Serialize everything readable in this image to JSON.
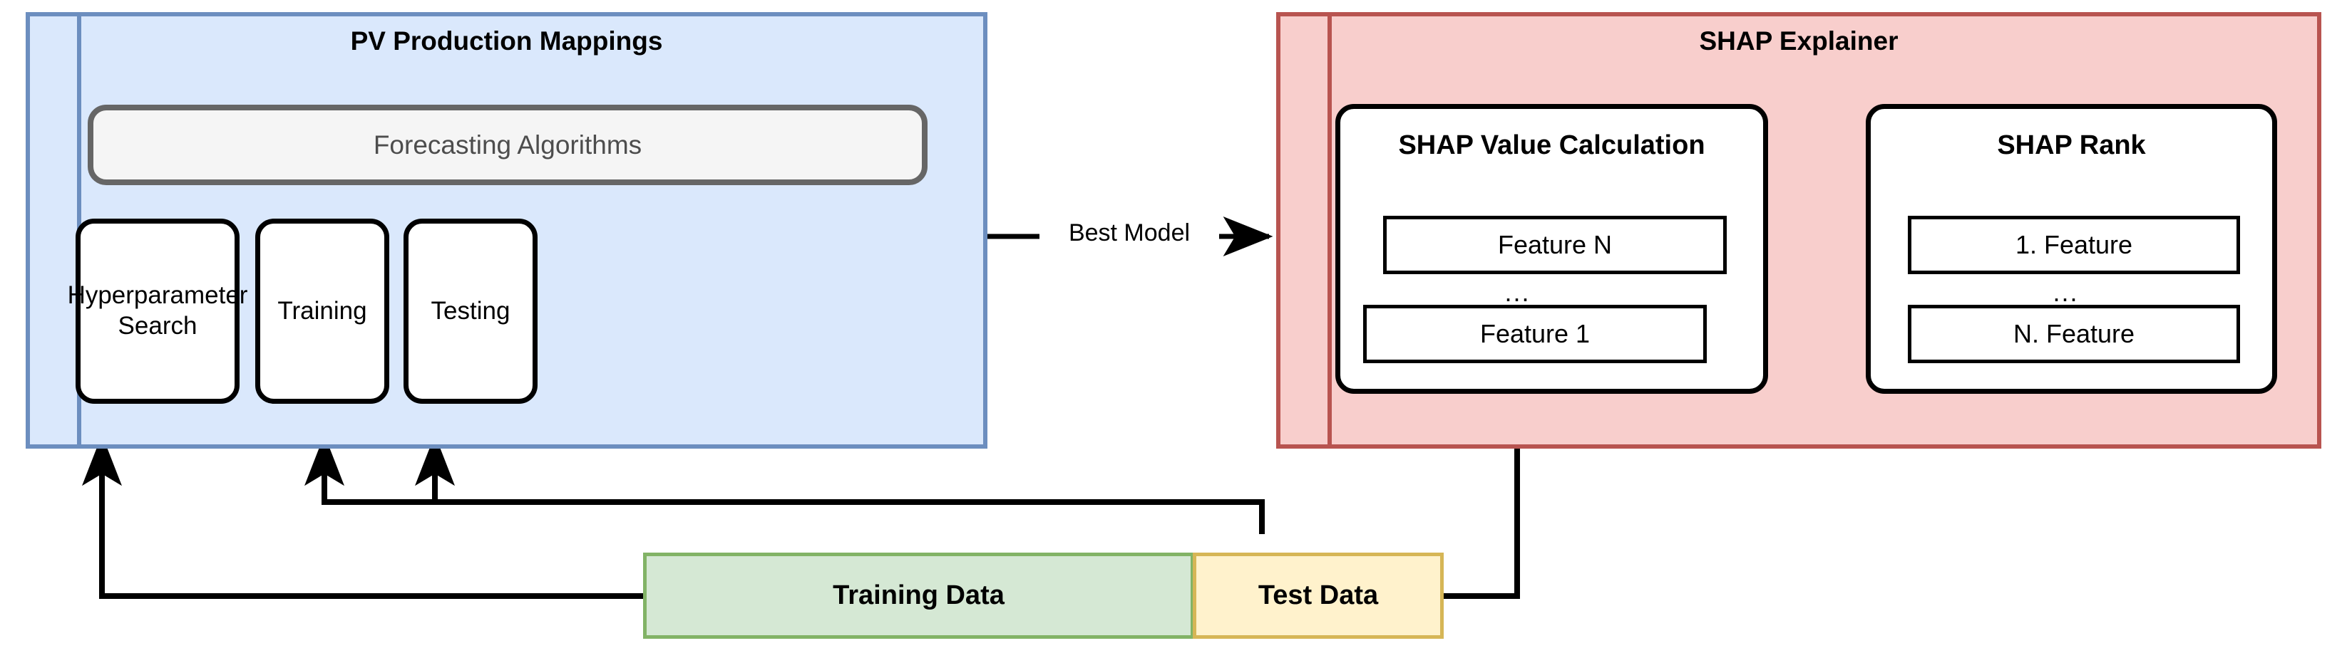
{
  "diagram": {
    "title_not_shown": "",
    "colors": {
      "blue_fill": "#dae8fc",
      "blue_border": "#6c8ebf",
      "red_fill": "#f8cecc",
      "red_border": "#b85450",
      "green_fill": "#d5e8d4",
      "green_border": "#82b366",
      "yellow_fill": "#fff2cc",
      "yellow_border": "#d6b656",
      "grey_fill": "#f5f5f5",
      "grey_border": "#666666",
      "node_border": "#000000",
      "node_fill": "#ffffff"
    }
  },
  "left_panel": {
    "title": "PV Production Mappings",
    "forecasting_box": {
      "label": "Forecasting Algorithms"
    },
    "stages": [
      {
        "label": "Hyperparameter Search"
      },
      {
        "label": "Training"
      },
      {
        "label": "Testing"
      }
    ]
  },
  "right_panel": {
    "title": "SHAP Explainer",
    "value_calculation": {
      "title": "SHAP Value Calculation",
      "items": [
        "Feature N",
        "Feature 1"
      ],
      "ellipsis": "..."
    },
    "rank": {
      "title": "SHAP Rank",
      "items": [
        "1. Feature",
        "N. Feature"
      ],
      "ellipsis": "..."
    }
  },
  "data_sources": [
    {
      "label": "Training Data",
      "style": "green"
    },
    {
      "label": "Test Data",
      "style": "yellow"
    }
  ],
  "edges": [
    {
      "label": "Best Model",
      "from": "pv-production-mappings",
      "to": "shap-explainer"
    }
  ]
}
